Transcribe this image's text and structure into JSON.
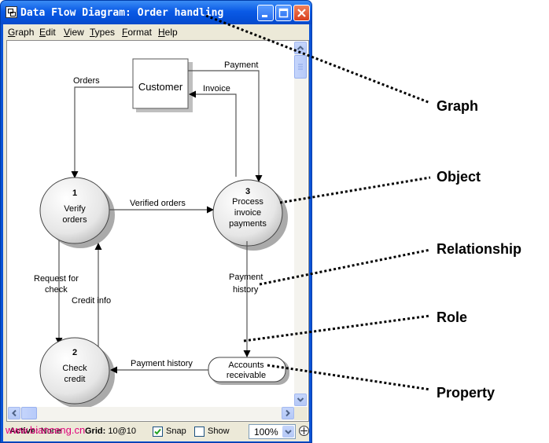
{
  "window": {
    "title": "Data Flow Diagram: Order handling"
  },
  "menu": [
    {
      "label": "Graph",
      "accel": "G",
      "rest": "raph"
    },
    {
      "label": "Edit",
      "accel": "E",
      "rest": "dit"
    },
    {
      "label": "View",
      "accel": "V",
      "rest": "iew"
    },
    {
      "label": "Types",
      "accel": "T",
      "rest": "ypes"
    },
    {
      "label": "Format",
      "accel": "F",
      "rest": "ormat"
    },
    {
      "label": "Help",
      "accel": "H",
      "rest": "elp"
    }
  ],
  "diagram": {
    "customer": "Customer",
    "process1": {
      "num": "1",
      "line1": "Verify",
      "line2": "orders"
    },
    "process2": {
      "num": "2",
      "line1": "Check",
      "line2": "credit"
    },
    "process3": {
      "num": "3",
      "line1": "Process",
      "line2": "invoice",
      "line3": "payments"
    },
    "store": {
      "line1": "Accounts",
      "line2": "receivable"
    },
    "flows": {
      "orders": "Orders",
      "payment": "Payment",
      "invoice": "Invoice",
      "verified_orders": "Verified orders",
      "request_line1": "Request for",
      "request_line2": "check",
      "credit_info": "Credit info",
      "payment_history_v1": "Payment",
      "payment_history_v2": "history",
      "payment_history_h": "Payment history"
    }
  },
  "status": {
    "active_label": "Active:",
    "active_value": "None",
    "grid_label": "Grid:",
    "grid_value": "10@10",
    "snap_label": "Snap",
    "snap_checked": true,
    "show_label": "Show",
    "show_checked": false,
    "zoom": "100%"
  },
  "watermark": "www.bianceng.cn",
  "callouts": {
    "graph": "Graph",
    "object": "Object",
    "relationship": "Relationship",
    "role": "Role",
    "property": "Property"
  }
}
